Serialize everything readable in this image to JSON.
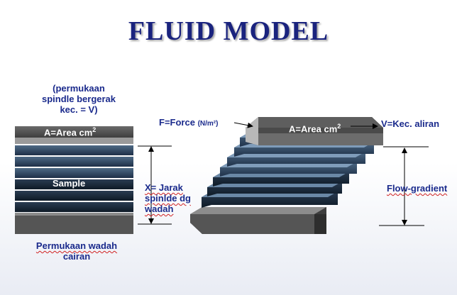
{
  "title": "FLUID MODEL",
  "left": {
    "top_caption_lines": [
      "(permukaan",
      "spindle bergerak",
      "kec. = V)"
    ],
    "area_label": "A=Area cm",
    "area_sup": "2",
    "sample_label": "Sample",
    "x_label_lines": [
      "X= Jarak",
      "spinlde dg",
      "wadah"
    ],
    "bottom_caption_lines": [
      "Permukaan wadah",
      "cairan"
    ]
  },
  "right": {
    "force_label": "F=Force",
    "force_unit": "(N/m²)",
    "area_label": "A=Area cm",
    "area_sup": "2",
    "velocity_label": "V=Kec. aliran",
    "gradient_label": "Flow-gradient"
  },
  "colors": {
    "title": "#1a237e",
    "label": "#1a2a8c",
    "plate_top": "#5a5a5a",
    "plate_bottom": "#5a5a5a",
    "layer_light": "#546e8a",
    "layer_dark": "#1b2a3a"
  }
}
